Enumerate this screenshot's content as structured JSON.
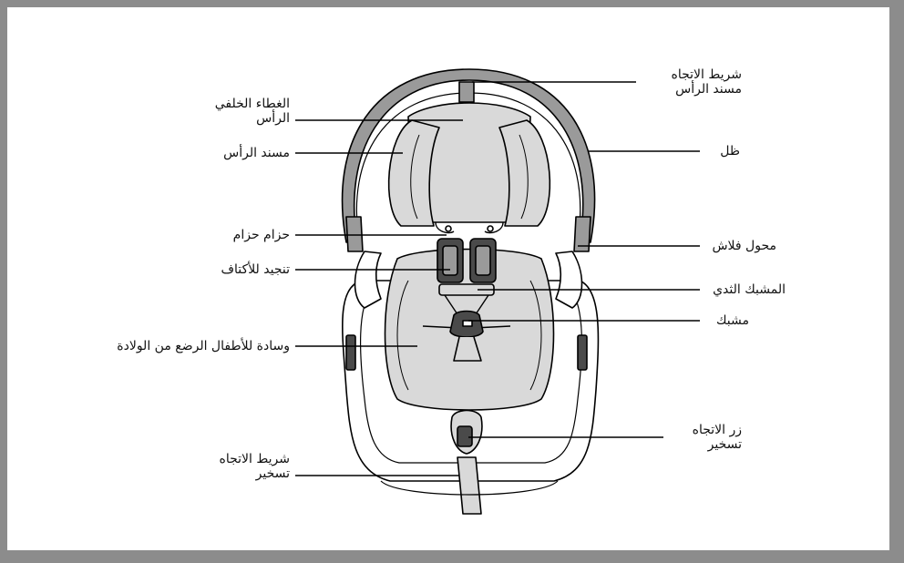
{
  "labels": {
    "headrest_strap": [
      "شريط الاتجاه",
      "مسند الرأس"
    ],
    "headrest_back_cover": [
      "الغطاء الخلفي",
      "الرأس"
    ],
    "headrest": "مسند الرأس",
    "canopy": "ظل",
    "harness_belt": "حزام حزام",
    "flash_adapter": "محول فلاش",
    "shoulder_pads": "تنجيد للأكتاف",
    "chest_clip": "المشبك الثدي",
    "buckle": "مشبك",
    "newborn_cushion": "وسادة للأطفال الرضع من الولادة",
    "adjust_button": [
      "زر الاتجاه",
      "تسخير"
    ],
    "adjust_strap": [
      "شريط الاتجاه",
      "تسخير"
    ]
  },
  "colors": {
    "frame": "#8c8c8c",
    "background": "#ffffff",
    "line": "#000000",
    "canopy_fill": "#9a9a9a",
    "pad_fill": "#d9d9d9",
    "dark_part": "#4a4a4a"
  }
}
